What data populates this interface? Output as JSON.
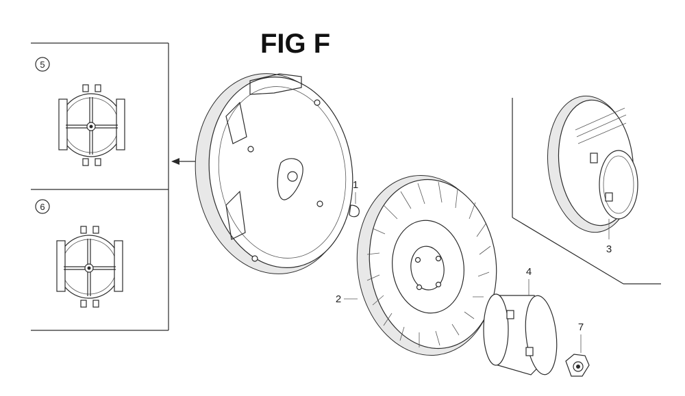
{
  "figure_title": "FIG F",
  "inset_callouts": [
    {
      "number": "5"
    },
    {
      "number": "6"
    }
  ],
  "part_callouts": [
    {
      "number": "1"
    },
    {
      "number": "2"
    },
    {
      "number": "3"
    },
    {
      "number": "4"
    },
    {
      "number": "7"
    }
  ]
}
